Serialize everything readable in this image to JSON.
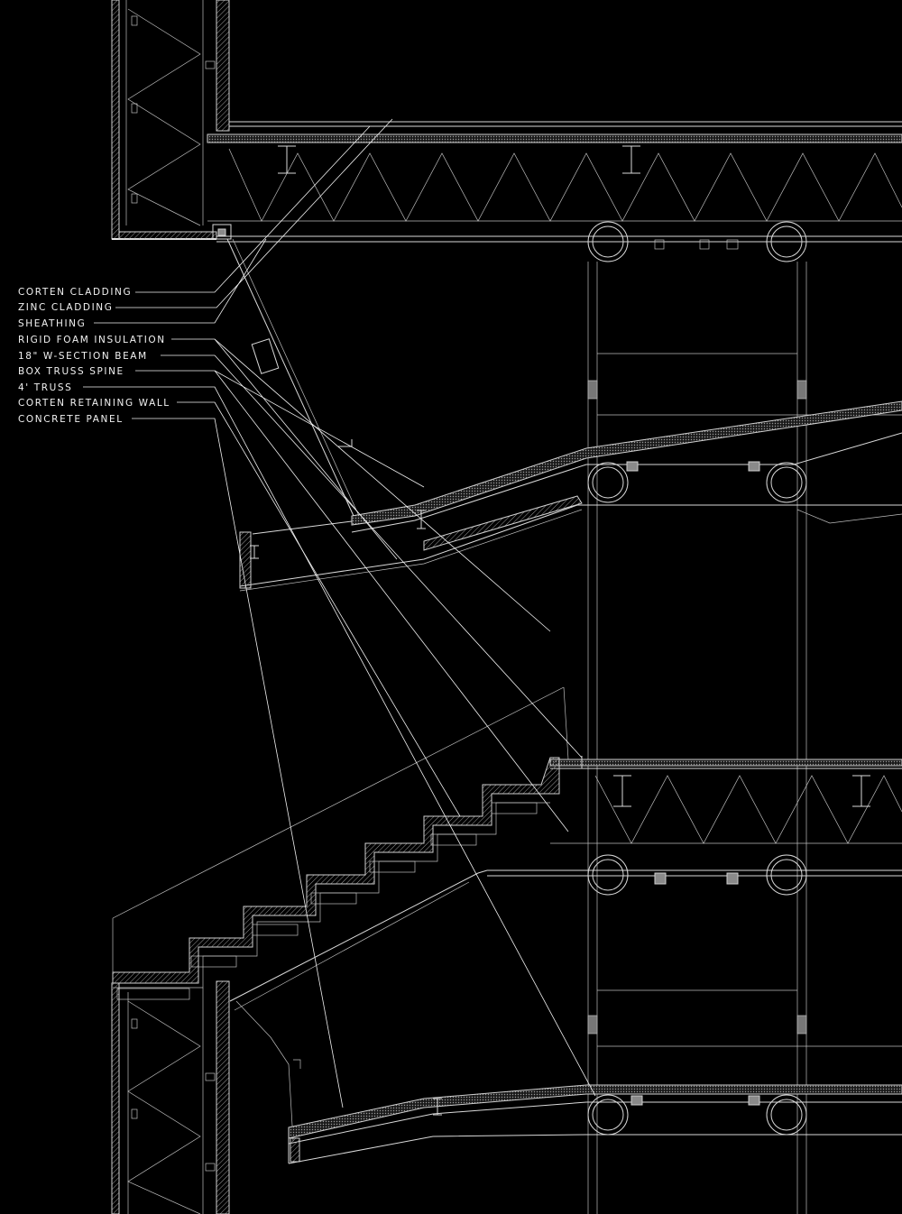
{
  "labels": [
    {
      "id": "corten-cladding",
      "text": "CORTEN CLADDING"
    },
    {
      "id": "zinc-cladding",
      "text": "ZINC CLADDING"
    },
    {
      "id": "sheathing",
      "text": "SHEATHING"
    },
    {
      "id": "rigid-foam-insulation",
      "text": "RIGID FOAM INSULATION"
    },
    {
      "id": "w-section-beam",
      "text": "18\" W-SECTION BEAM"
    },
    {
      "id": "box-truss-spine",
      "text": "BOX TRUSS SPINE"
    },
    {
      "id": "truss",
      "text": "4' TRUSS"
    },
    {
      "id": "corten-retaining-wall",
      "text": "CORTEN RETAINING WALL"
    },
    {
      "id": "concrete-panel",
      "text": "CONCRETE PANEL"
    }
  ],
  "colors": {
    "background": "#000000",
    "linework": "#d9d9d9",
    "text": "#f2f2f2"
  }
}
